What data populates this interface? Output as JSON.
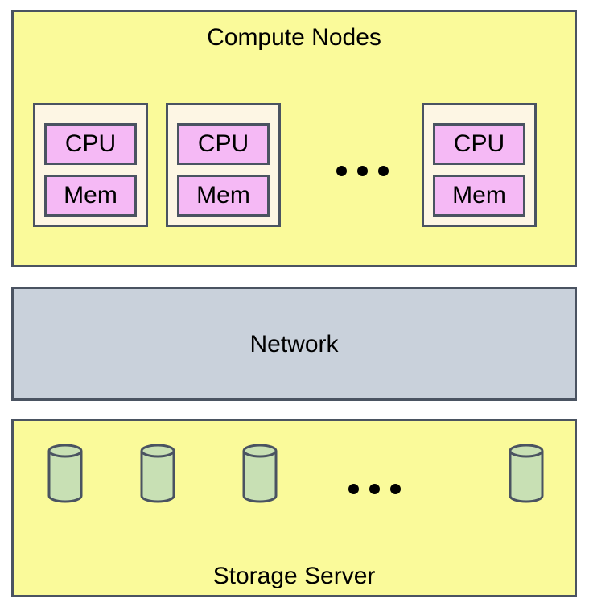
{
  "compute": {
    "title": "Compute Nodes",
    "nodes": [
      {
        "cpu_label": "CPU",
        "mem_label": "Mem"
      },
      {
        "cpu_label": "CPU",
        "mem_label": "Mem"
      },
      {
        "cpu_label": "CPU",
        "mem_label": "Mem"
      }
    ]
  },
  "network": {
    "title": "Network"
  },
  "storage": {
    "title": "Storage Server",
    "disk_count": 4
  },
  "colors": {
    "compute_fill": "#fafa9a",
    "network_fill": "#c9d1db",
    "storage_fill": "#fafa9a",
    "node_fill": "#fdf6e4",
    "chip_fill": "#f5b9f5",
    "disk_fill": "#c8e0b4",
    "border": "#4a5361"
  },
  "icons": {
    "disk": "cylinder-icon",
    "more": "ellipsis-icon"
  }
}
